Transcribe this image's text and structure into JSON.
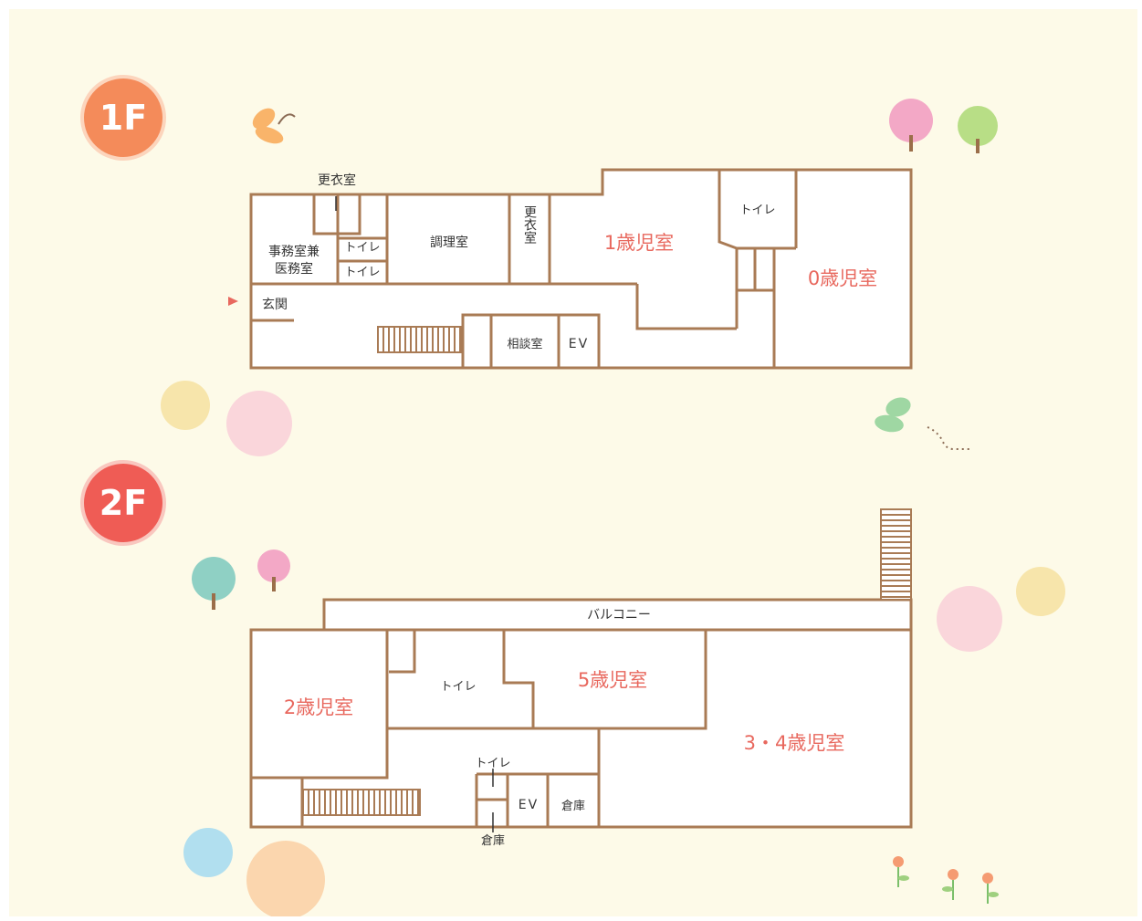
{
  "colors": {
    "background": "#fdfae8",
    "wall": "#a97b55",
    "room_text": "#e8685e",
    "small_text": "#333333",
    "badge_1f": "#f48b5a",
    "badge_2f": "#ef5c55"
  },
  "floor1": {
    "badge": "1F",
    "rooms": {
      "changing_room": "更衣室",
      "office": "事務室兼",
      "office2": "医務室",
      "toilet_a": "トイレ",
      "toilet_b": "トイレ",
      "kitchen": "調理室",
      "changing_room_vertical": "更衣室",
      "age1_room": "1歳児室",
      "toilet_c": "トイレ",
      "age0_room": "0歳児室",
      "entrance": "玄関",
      "consultation": "相談室",
      "elevator": "EV"
    }
  },
  "floor2": {
    "badge": "2F",
    "rooms": {
      "balcony": "バルコニー",
      "toilet_a": "トイレ",
      "age5_room": "5歳児室",
      "age2_room": "2歳児室",
      "age34_room": "3・4歳児室",
      "toilet_b": "トイレ",
      "elevator": "EV",
      "storage_a": "倉庫",
      "storage_b": "倉庫"
    }
  },
  "decorations": [
    "butterfly-icon",
    "tree-icon",
    "dot-circle-icon",
    "flower-icon"
  ]
}
